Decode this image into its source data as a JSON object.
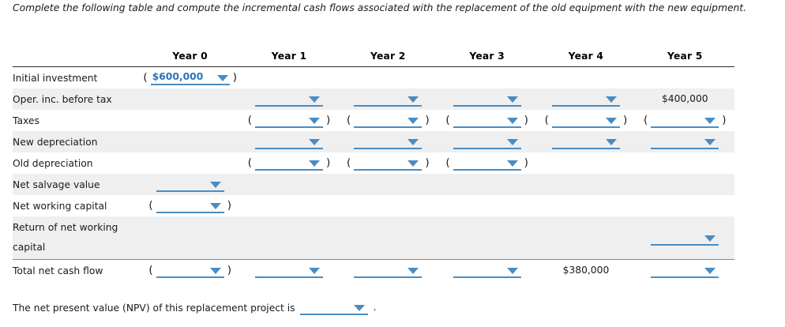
{
  "prompt": "Complete the following table and compute the incremental cash flows associated with the replacement of the old equipment with the new equipment.",
  "colors": {
    "widget_blue": "#4a8cc2",
    "value_blue": "#2e73b8",
    "row_shade": "#efefef",
    "rule": "#2b2b2b"
  },
  "table": {
    "label_header": "",
    "year_headers": [
      "Year 0",
      "Year 1",
      "Year 2",
      "Year 3",
      "Year 4",
      "Year 5"
    ],
    "rows": [
      {
        "label": "Initial investment",
        "shaded": false,
        "cells": [
          {
            "kind": "dropdown",
            "value": "$600,000",
            "parens": true
          },
          {
            "kind": "empty"
          },
          {
            "kind": "empty"
          },
          {
            "kind": "empty"
          },
          {
            "kind": "empty"
          },
          {
            "kind": "empty"
          }
        ]
      },
      {
        "label": "Oper. inc. before tax",
        "shaded": true,
        "cells": [
          {
            "kind": "empty"
          },
          {
            "kind": "dropdown",
            "value": "",
            "parens": false
          },
          {
            "kind": "dropdown",
            "value": "",
            "parens": false
          },
          {
            "kind": "dropdown",
            "value": "",
            "parens": false
          },
          {
            "kind": "dropdown",
            "value": "",
            "parens": false
          },
          {
            "kind": "static",
            "value": "$400,000"
          }
        ]
      },
      {
        "label": "Taxes",
        "shaded": false,
        "cells": [
          {
            "kind": "empty"
          },
          {
            "kind": "dropdown",
            "value": "",
            "parens": true
          },
          {
            "kind": "dropdown",
            "value": "",
            "parens": true
          },
          {
            "kind": "dropdown",
            "value": "",
            "parens": true
          },
          {
            "kind": "dropdown",
            "value": "",
            "parens": true
          },
          {
            "kind": "dropdown",
            "value": "",
            "parens": true
          }
        ]
      },
      {
        "label": "New depreciation",
        "shaded": true,
        "cells": [
          {
            "kind": "empty"
          },
          {
            "kind": "dropdown",
            "value": "",
            "parens": false
          },
          {
            "kind": "dropdown",
            "value": "",
            "parens": false
          },
          {
            "kind": "dropdown",
            "value": "",
            "parens": false
          },
          {
            "kind": "dropdown",
            "value": "",
            "parens": false
          },
          {
            "kind": "dropdown",
            "value": "",
            "parens": false
          }
        ]
      },
      {
        "label": "Old depreciation",
        "shaded": false,
        "cells": [
          {
            "kind": "empty"
          },
          {
            "kind": "dropdown",
            "value": "",
            "parens": true
          },
          {
            "kind": "dropdown",
            "value": "",
            "parens": true
          },
          {
            "kind": "dropdown",
            "value": "",
            "parens": true
          },
          {
            "kind": "empty"
          },
          {
            "kind": "empty"
          }
        ]
      },
      {
        "label": "Net salvage value",
        "shaded": true,
        "cells": [
          {
            "kind": "dropdown",
            "value": "",
            "parens": false
          },
          {
            "kind": "empty"
          },
          {
            "kind": "empty"
          },
          {
            "kind": "empty"
          },
          {
            "kind": "empty"
          },
          {
            "kind": "empty"
          }
        ]
      },
      {
        "label": "Net working capital",
        "shaded": false,
        "cells": [
          {
            "kind": "dropdown",
            "value": "",
            "parens": true
          },
          {
            "kind": "empty"
          },
          {
            "kind": "empty"
          },
          {
            "kind": "empty"
          },
          {
            "kind": "empty"
          },
          {
            "kind": "empty"
          }
        ]
      },
      {
        "label": "Return of net working capital",
        "shaded": true,
        "two_line": true,
        "cells": [
          {
            "kind": "empty"
          },
          {
            "kind": "empty"
          },
          {
            "kind": "empty"
          },
          {
            "kind": "empty"
          },
          {
            "kind": "empty"
          },
          {
            "kind": "dropdown",
            "value": "",
            "parens": false
          }
        ]
      },
      {
        "label": "Total net cash flow",
        "shaded": false,
        "top_rule": true,
        "cells": [
          {
            "kind": "dropdown",
            "value": "",
            "parens": true
          },
          {
            "kind": "dropdown",
            "value": "",
            "parens": false
          },
          {
            "kind": "dropdown",
            "value": "",
            "parens": false
          },
          {
            "kind": "dropdown",
            "value": "",
            "parens": false
          },
          {
            "kind": "static",
            "value": "$380,000"
          },
          {
            "kind": "dropdown",
            "value": "",
            "parens": false
          }
        ]
      }
    ]
  },
  "npv": {
    "text": "The net present value (NPV) of this replacement project is",
    "value": "",
    "period": "."
  }
}
